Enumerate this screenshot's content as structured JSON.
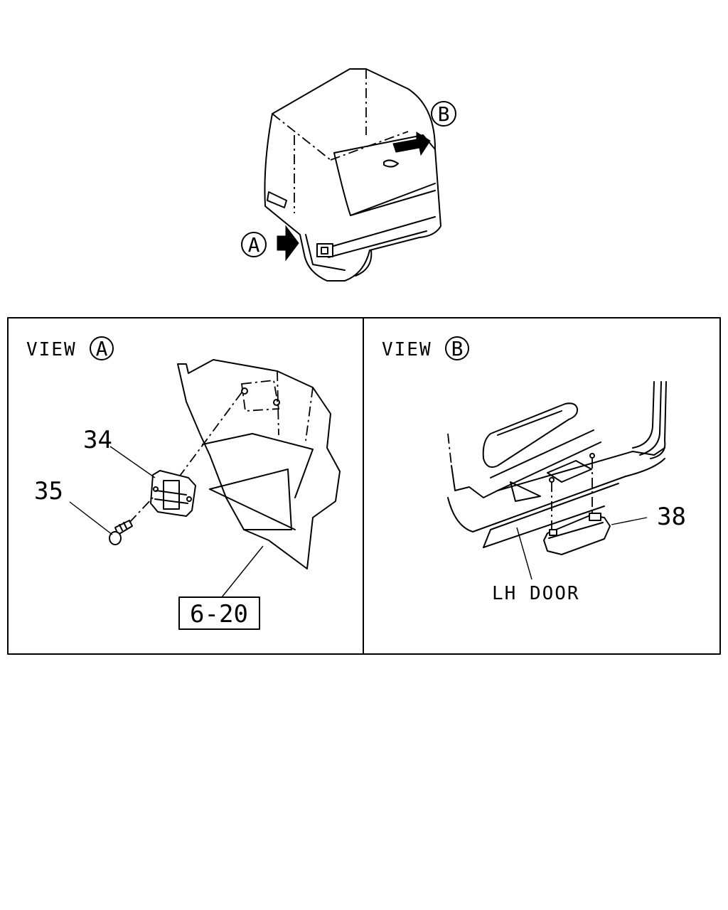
{
  "overview": {
    "callout_a": "A",
    "callout_b": "B"
  },
  "panel_a": {
    "title": "VIEW",
    "view_letter": "A",
    "part_34": "34",
    "part_35": "35",
    "ref_box": "6-20"
  },
  "panel_b": {
    "title": "VIEW",
    "view_letter": "B",
    "part_38": "38",
    "door_label": "LH DOOR"
  }
}
